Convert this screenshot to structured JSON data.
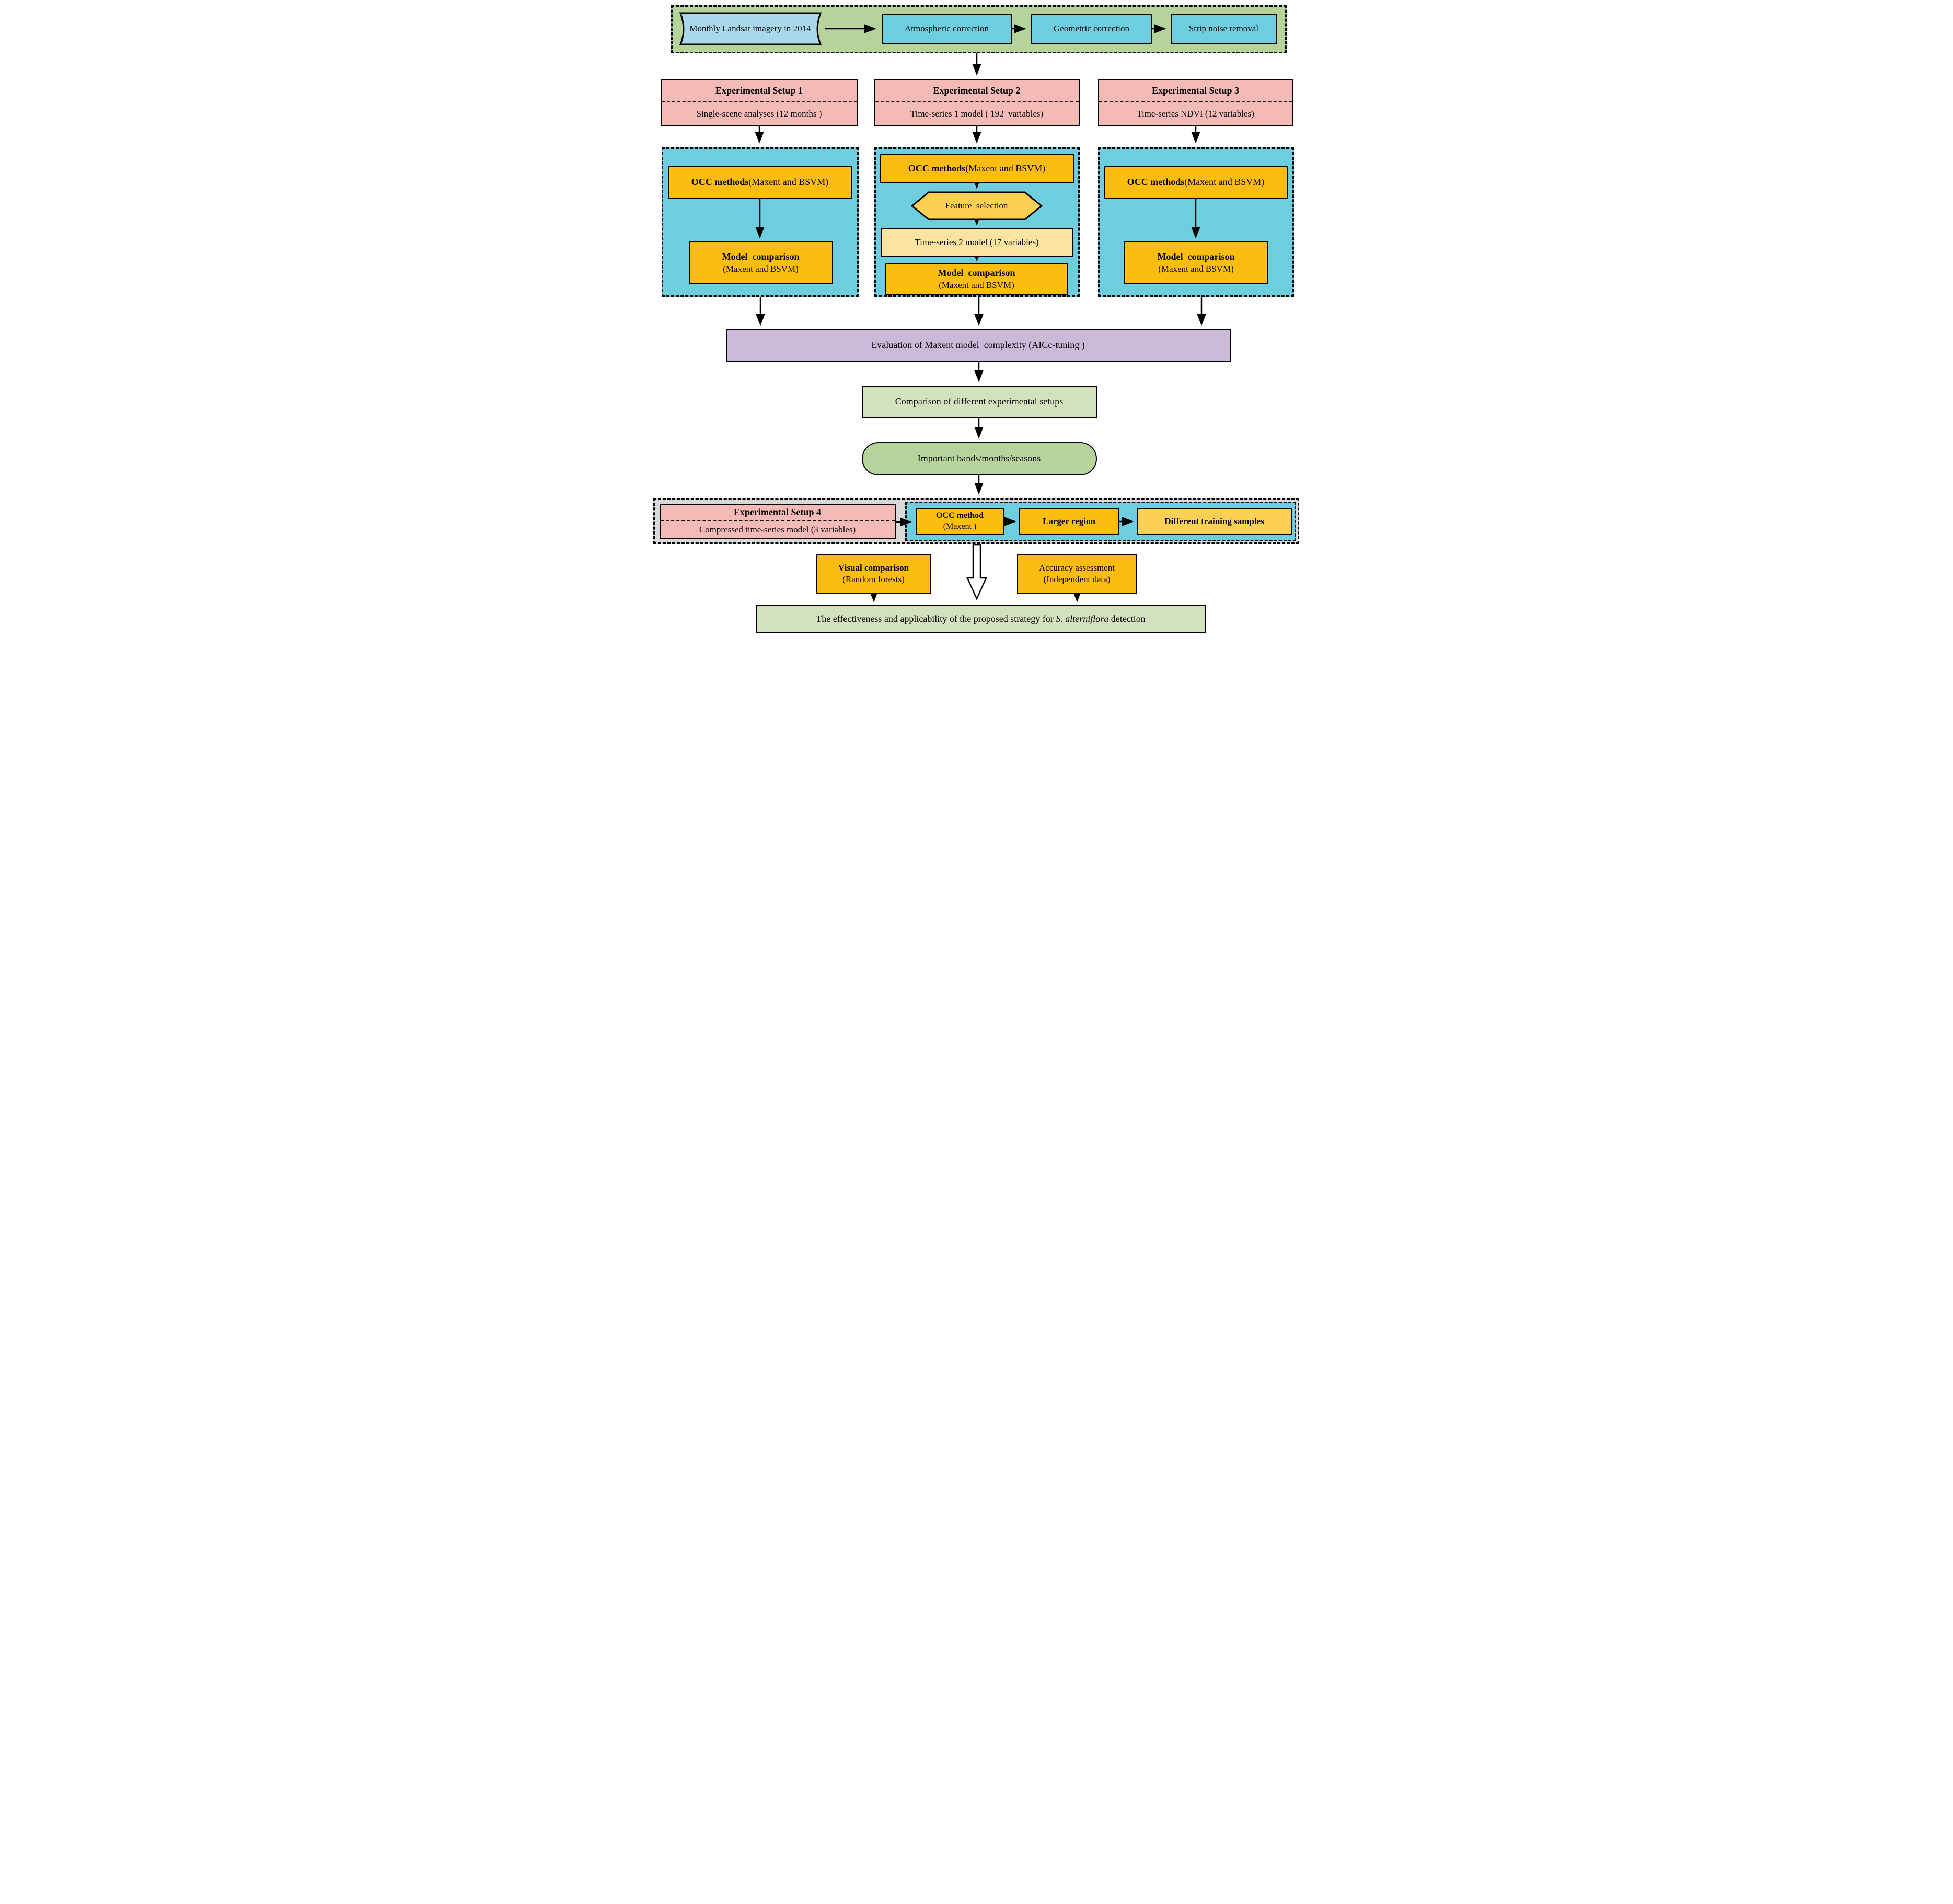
{
  "preprocess": {
    "input": "Monthly Landsat imagery in 2014",
    "steps": [
      "Atmospheric correction",
      "Geometric correction",
      "Strip noise removal"
    ]
  },
  "setups": [
    {
      "title": "Experimental Setup 1",
      "desc": "Single-scene analyses (12 months )"
    },
    {
      "title": "Experimental Setup 2",
      "desc": "Time-series 1 model ( 192  variables)"
    },
    {
      "title": "Experimental Setup 3",
      "desc": "Time-series NDVI (12 variables)"
    },
    {
      "title": "Experimental Setup 4",
      "desc": "Compressed time-series model (3 variables)"
    }
  ],
  "pipeline": {
    "occ_methods_bold": "OCC methods",
    "occ_methods_rest": "(Maxent and BSVM)",
    "model_comparison_bold": "Model  comparison",
    "model_comparison_rest": "(Maxent and BSVM)",
    "feature_selection": "Feature  selection",
    "time_series_2": "Time-series 2 model (17 variables)"
  },
  "evaluation_label": "Evaluation of Maxent model  complexity (AICc-tuning )",
  "comparison_label": "Comparison of different experimental setups",
  "important_label": "Important bands/months/seasons",
  "application": {
    "occ_method_bold": "OCC method",
    "occ_method_rest": "(Maxent )",
    "larger_region": "Larger region",
    "training_samples": "Different training samples"
  },
  "assessment": {
    "visual_bold": "Visual comparison",
    "visual_rest": "(Random forests)",
    "accuracy_title": "Accuracy assessment",
    "accuracy_rest": "(Independent data)"
  },
  "conclusion": {
    "prefix": "The effectiveness and applicability of the proposed strategy for ",
    "species": "S. alterniflora",
    "suffix": " detection"
  },
  "colors": {
    "container_green": "#b6d39b",
    "input_blue": "#a8d8e9",
    "process_blue": "#6fcde0",
    "setup_pink": "#f4bab6",
    "accent_orange": "#fcbc10",
    "light_yellow": "#fbd055",
    "pale_yellow": "#fbe4a0",
    "purple": "#cbbad7",
    "light_green": "#d3e2bc",
    "container_gray": "#d9d9d9"
  }
}
